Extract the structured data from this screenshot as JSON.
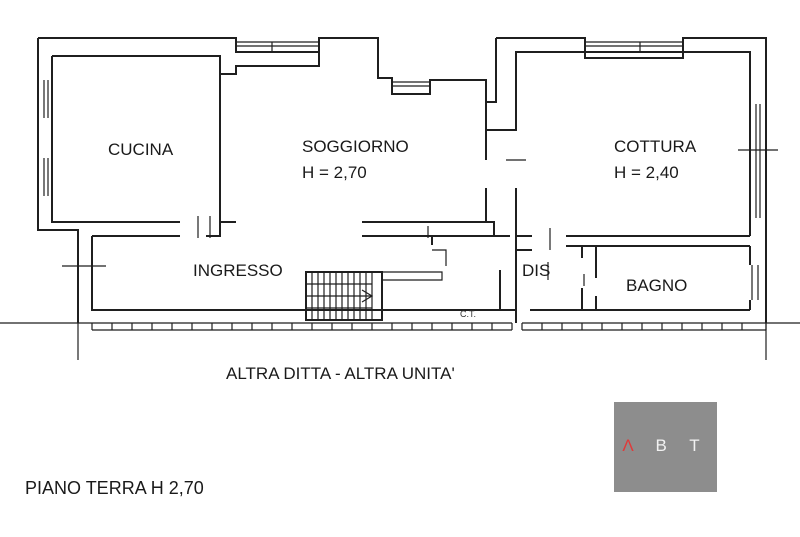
{
  "rooms": {
    "cucina": "CUCINA",
    "soggiorno": "SOGGIORNO",
    "soggiorno_height": "H = 2,70",
    "cottura": "COTTURA",
    "cottura_height": "H = 2,40",
    "ingresso": "INGRESSO",
    "dis": "DIS",
    "bagno": "BAGNO",
    "ct": "C.T."
  },
  "neighbor_label": "ALTRA DITTA - ALTRA UNITA'",
  "floor_label": "PIANO TERRA  H 2,70",
  "logo": {
    "letter_a": "Λ",
    "letters": "B T",
    "accent": "#e03a3a",
    "background": "#8d8d8d"
  }
}
